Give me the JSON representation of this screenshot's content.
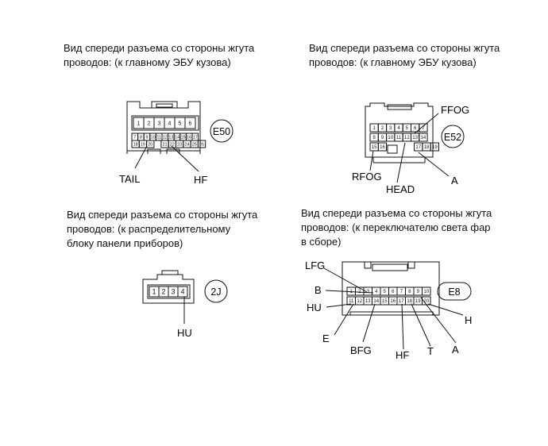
{
  "connectors": [
    {
      "id": "E50",
      "caption": [
        "Вид спереди разъема со стороны жгута",
        "проводов: (к главному ЭБУ кузова)"
      ],
      "rows": [
        [
          "1",
          "2",
          "3",
          "4",
          "5",
          "6"
        ],
        [
          "7",
          "8",
          "9",
          "10",
          "11",
          "12",
          "13",
          "14",
          "15",
          "16",
          "17"
        ],
        [
          "18",
          "19",
          "20",
          "21",
          "22",
          "23",
          "24",
          "25",
          "26"
        ]
      ],
      "labels": [
        "TAIL",
        "HF"
      ]
    },
    {
      "id": "E52",
      "caption": [
        "Вид спереди разъема со стороны жгута",
        "проводов: (к главному ЭБУ кузова)"
      ],
      "rows": [
        [
          "1",
          "2",
          "3",
          "4",
          "5",
          "6",
          "7"
        ],
        [
          "8",
          "9",
          "10",
          "11",
          "12",
          "13",
          "14"
        ],
        [
          "15",
          "16",
          "17",
          "18",
          "19"
        ]
      ],
      "labels": [
        "FFOG",
        "RFOG",
        "HEAD",
        "A"
      ]
    },
    {
      "id": "2J",
      "caption": [
        "Вид спереди разъема со стороны жгута",
        "проводов: (к распределительному",
        "блоку панели приборов)"
      ],
      "rows": [
        [
          "1",
          "2",
          "3",
          "4"
        ]
      ],
      "labels": [
        "HU"
      ]
    },
    {
      "id": "E8",
      "caption": [
        "Вид спереди разъема со стороны жгута",
        "проводов: (к переключателю света фар",
        "в сборе)"
      ],
      "rows": [
        [
          "1",
          "2",
          "3",
          "4",
          "5",
          "6",
          "7",
          "8",
          "9",
          "10"
        ],
        [
          "11",
          "12",
          "13",
          "14",
          "15",
          "16",
          "17",
          "18",
          "19",
          "20"
        ]
      ],
      "labels": [
        "LFG",
        "B",
        "HU",
        "E",
        "BFG",
        "HF",
        "T",
        "A",
        "H"
      ]
    }
  ]
}
